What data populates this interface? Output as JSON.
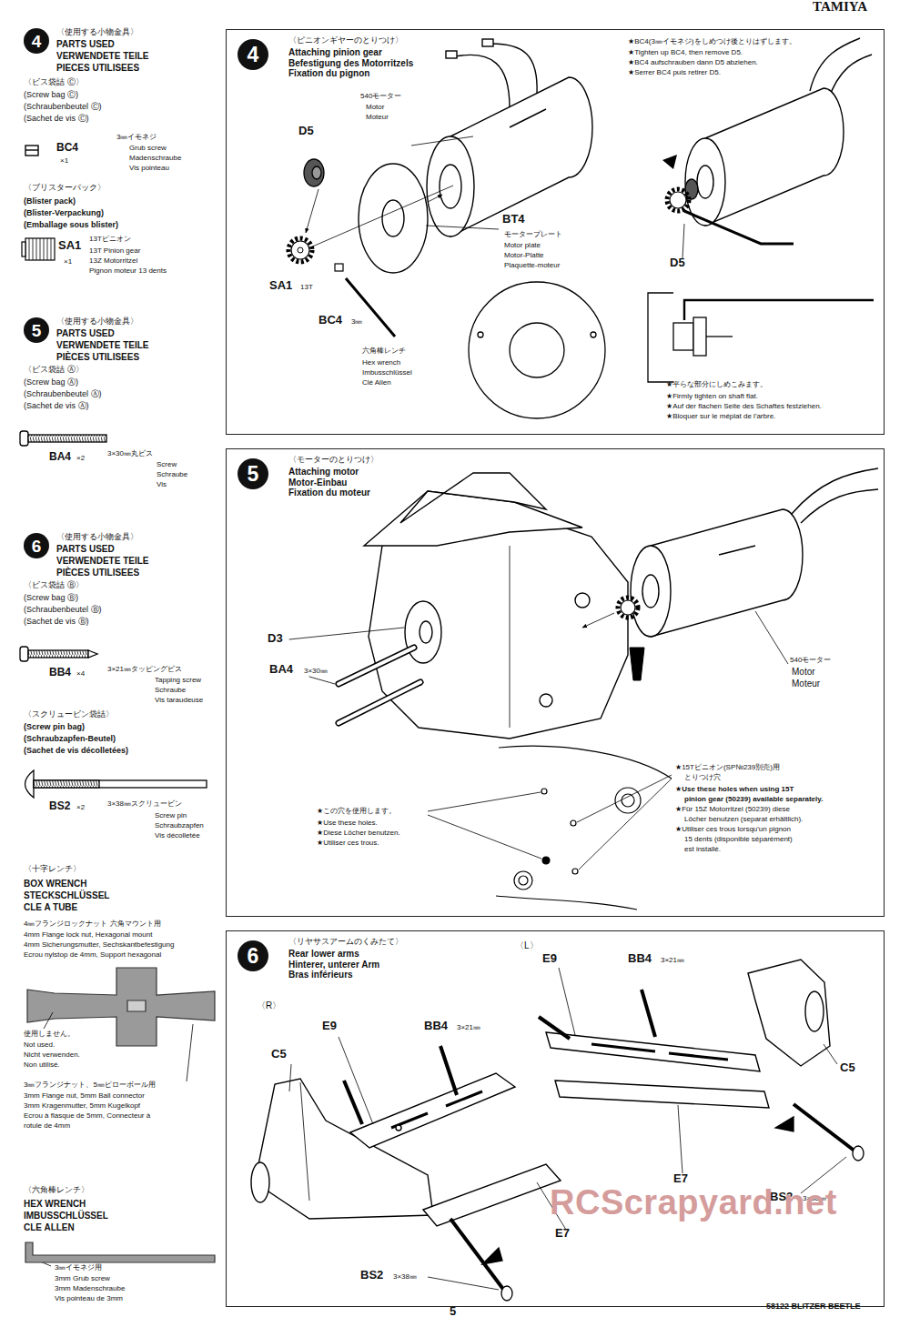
{
  "diagram": {
    "nodes": [
      {
        "text": [
          "4"
        ]
      },
      {
        "text": [
          "5"
        ]
      },
      {
        "text": [
          "6"
        ]
      },
      {
        "text": [
          "〈ピニオンギヤーのとりつけ〉",
          "Attaching pinion gear Befestigung des Motorritzels Fixation du pignon"
        ]
      },
      {
        "text": [
          "4"
        ],
        "in": 3
      },
      {
        "text": [
          "〈モーターのとりつけ〉",
          "Attaching motor Motor-Einbau Fixation du moteur"
        ]
      },
      {
        "text": [
          "5"
        ],
        "in": 5
      },
      {
        "text": [
          "〈リヤサスアームのくみたて〉",
          "Rear lower arms Hinterer, unterer Arm Bras inférieurs"
        ]
      },
      {
        "text": [
          "6"
        ],
        "in": 7
      }
    ],
    "labels": [
      "TAMIYA",
      "〈使用する小物金具〉",
      "PARTS USED",
      "VERWENDETE TEILE",
      "PIECES UTILISEES",
      "〈ビス袋詰 Ⓒ〉",
      "(Screw bag Ⓒ)",
      "(Schraubenbeutel Ⓒ)",
      "(Sachet de vis Ⓒ)",
      "BC4",
      "×1",
      "3㎜イモネジ",
      "Grub screw",
      "Madenschraube",
      "Vis pointeau",
      "〈ブリスターパック〉",
      "(Blister pack)",
      "(Blister-Verpackung)",
      "(Emballage sous blister)",
      "SA1",
      "×1",
      "13Tピニオン",
      "13T Pinion gear",
      "13Z Motorritzel",
      "Pignon moteur 13 dents",
      "〈使用する小物金具〉",
      "PARTS USED",
      "VERWENDETE TEILE",
      "PIÈCES UTILISEES",
      "〈ビス袋詰 Ⓐ〉",
      "(Screw bag Ⓐ)",
      "(Schraubenbeutel Ⓐ)",
      "(Sachet de vis Ⓐ)",
      "BA4",
      "×2",
      "3×30㎜丸ビス",
      "Screw",
      "Schraube",
      "Vis",
      "〈使用する小物金具〉",
      "PARTS USED",
      "VERWENDETE TEILE",
      "PIÈCES UTILISEES",
      "〈ビス袋詰 Ⓑ〉",
      "(Screw bag Ⓑ)",
      "(Schraubenbeutel Ⓑ)",
      "(Sachet de vis Ⓑ)",
      "BB4",
      "×4",
      "3×21㎜タッピングビス",
      "Tapping screw",
      "Schraube",
      "Vis taraudeuse",
      "〈スクリュービン袋詰〉",
      "(Screw pin bag)",
      "(Schraubzapfen-Beutel)",
      "(Sachet de vis décolletées)",
      "BS2",
      "×2",
      "3×38㎜スクリュービン",
      "Screw pin",
      "Schraubzapfen",
      "Vis décolletée",
      "〈十字レンチ〉",
      "BOX WRENCH",
      "STECKSCHLÜSSEL",
      "CLE A TUBE",
      "4㎜フランジロックナット 六角マウント用",
      "4mm Flange lock nut, Hexagonal mount",
      "4mm Sicherungsmutter, Sechskantbefestigung",
      "Ecrou nylstop de 4mm, Support hexagonal",
      "使用しません。",
      "Not used.",
      "Nicht verwenden.",
      "Non utilisé.",
      "3㎜フランジナット、5㎜ピローボール用",
      "3mm Flange nut, 5mm Ball connector",
      "3mm Kragenmutter, 5mm Kugelkopf",
      "Ecrou à flasque de 5mm, Connecteur à",
      "rotule de 4mm",
      "〈六角棒レンチ〉",
      "HEX WRENCH",
      "IMBUSSCHLÜSSEL",
      "CLE ALLEN",
      "3㎜イモネジ用",
      "3mm Grub screw",
      "3mm Madenschraube",
      "Vis pointeau de 3mm",
      "540モーター",
      "Motor",
      "Moteur",
      "D5",
      "BT4",
      "モータープレート",
      "Motor plate",
      "Motor-Platte",
      "Plaquette-moteur",
      "SA1",
      "13T",
      "BC4",
      "3㎜",
      "六角棒レンチ",
      "Hex wrench",
      "Imbusschlüssel",
      "Clé Allen",
      "★BC4(3㎜イモネジ)をしめつけ後とりはずします。",
      "★Tighten up BC4, then remove D5.",
      "★BC4 aufschrauben dann D5 abziehen.",
      "★Serrer BC4 puis retirer D5.",
      "D5",
      "★平らな部分にしめこみます。",
      "★Firmly tighten on shaft flat.",
      "★Auf der flachen Seite des Schaftes festziehen.",
      "★Bloquer sur le méplat de l'arbre.",
      "D3",
      "BA4",
      "3×30㎜",
      "540モーター",
      "Motor",
      "Moteur",
      "★15Tピニオン(SP№239別売)用",
      "とりつけ穴",
      "★Use these holes when using 15T",
      "pinion gear (50239) available separately.",
      "★Für 15Z Motorritzel (50239) diese",
      "Löcher benutzen (separat erhältlich).",
      "★Utiliser ces trous lorsqu'un pignon",
      "15 dents (disponible séparément)",
      "est installé.",
      "★この穴を使用します。",
      "★Use these holes.",
      "★Diese Löcher benutzen.",
      "★Utiliser ces trous.",
      "〈R〉",
      "E9",
      "BB4",
      "3×21㎜",
      "C5",
      "〈L〉",
      "E9",
      "BB4",
      "3×21㎜",
      "C5",
      "E7",
      "BS2",
      "3×38㎜",
      "E7",
      "BS2",
      "3×38㎜",
      "5",
      "58122 BLITZER BEETLE",
      "RCScrapyard.net"
    ]
  }
}
